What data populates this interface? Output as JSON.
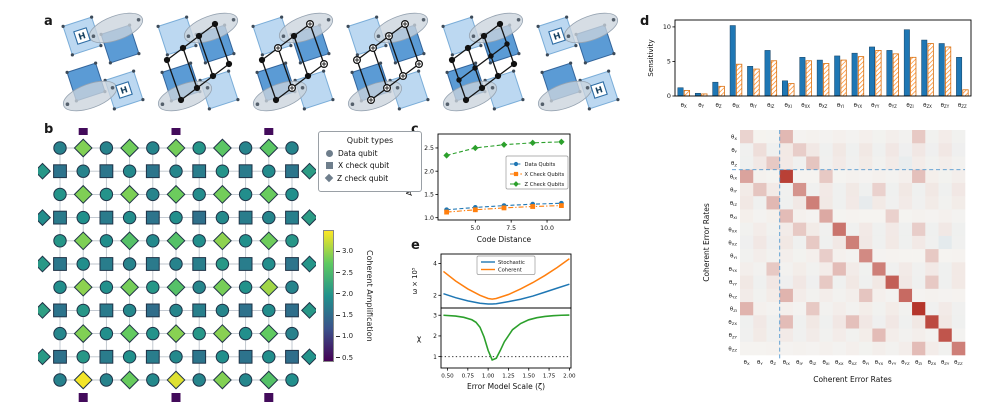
{
  "panels": {
    "a": "a",
    "b": "b",
    "c": "c",
    "d": "d",
    "e": "e"
  },
  "panel_a": {
    "hadamard_label": "H",
    "subpanels": [
      {
        "variant": "hadamard"
      },
      {
        "variant": "circuit",
        "markers": "filled"
      },
      {
        "variant": "circuit",
        "markers": "oplus-mix"
      },
      {
        "variant": "circuit",
        "markers": "oplus"
      },
      {
        "variant": "circuit",
        "markers": "filled-dense"
      },
      {
        "variant": "hadamard"
      }
    ]
  },
  "panel_b": {
    "legend": {
      "title": "Qubit types",
      "items": [
        {
          "marker": "circle",
          "label": "Data qubit"
        },
        {
          "marker": "square",
          "label": "X check qubit"
        },
        {
          "marker": "diamond",
          "label": "Z check qubit"
        }
      ]
    },
    "colorbar": {
      "label": "Coherent Amplification",
      "ticks": [
        0.5,
        1.0,
        1.5,
        2.0,
        2.5,
        3.0
      ],
      "vmin": 0.4,
      "vmax": 3.5,
      "stops": [
        [
          0,
          "#440154"
        ],
        [
          0.25,
          "#3b528b"
        ],
        [
          0.5,
          "#21918c"
        ],
        [
          0.75,
          "#5ec962"
        ],
        [
          1,
          "#fde725"
        ]
      ]
    },
    "lattice": {
      "rows": 11,
      "cols": 11,
      "data_qubit_value": 1.9,
      "x_check_value": 1.62,
      "z_check_value": 2.78,
      "boundary_top_value": 0.5,
      "boundary_side_value": 2.0,
      "boundary_top_cols": [
        1,
        5,
        9
      ],
      "boundary_side_rows": [
        1,
        3,
        5,
        7,
        9
      ],
      "highlights": [
        {
          "row": 10,
          "col": 1,
          "value": 3.45
        },
        {
          "row": 10,
          "col": 5,
          "value": 3.35
        },
        {
          "row": 6,
          "col": 9,
          "value": 3.05
        }
      ]
    }
  },
  "chart_data": [
    {
      "id": "panel_c",
      "type": "line",
      "xlabel": "Code Distance",
      "ylabel": "Average χ",
      "x": [
        3,
        5,
        7,
        9,
        11
      ],
      "series": [
        {
          "name": "Data Qubits",
          "color": "#1f77b4",
          "marker": "circle",
          "linestyle": "dashed",
          "values": [
            1.17,
            1.22,
            1.26,
            1.29,
            1.31
          ]
        },
        {
          "name": "X Check Qubits",
          "color": "#ff7f0e",
          "marker": "square",
          "linestyle": "dashdot",
          "values": [
            1.12,
            1.17,
            1.21,
            1.24,
            1.26
          ]
        },
        {
          "name": "Z Check Qubits",
          "color": "#2ca02c",
          "marker": "diamond",
          "linestyle": "dashed",
          "values": [
            2.34,
            2.5,
            2.57,
            2.61,
            2.63
          ]
        }
      ],
      "xticks": [
        5.0,
        7.5,
        10.0
      ],
      "xtick_labels": [
        "5.0",
        "7.5",
        "10.0"
      ],
      "yticks": [
        1.0,
        1.5,
        2.0,
        2.5
      ],
      "ytick_labels": [
        "1.0",
        "1.5",
        "2.0",
        "2.5"
      ],
      "xlim": [
        2.4,
        11.6
      ],
      "ylim": [
        0.95,
        2.8
      ],
      "legend_position": "center right"
    },
    {
      "id": "panel_e_top",
      "type": "line",
      "ylabel": "ω × 10⁵",
      "x": [
        0.45,
        0.6,
        0.75,
        0.9,
        1.0,
        1.05,
        1.1,
        1.25,
        1.4,
        1.55,
        1.7,
        1.85,
        2.0
      ],
      "series": [
        {
          "name": "Stochastic",
          "color": "#1f77b4",
          "values": [
            2.1,
            1.85,
            1.65,
            1.5,
            1.45,
            1.45,
            1.47,
            1.6,
            1.75,
            1.95,
            2.2,
            2.45,
            2.7
          ]
        },
        {
          "name": "Coherent",
          "color": "#ff7f0e",
          "values": [
            3.5,
            2.9,
            2.4,
            2.0,
            1.8,
            1.76,
            1.8,
            2.05,
            2.4,
            2.8,
            3.25,
            3.75,
            4.3
          ]
        }
      ],
      "yticks": [
        2,
        4
      ],
      "ytick_labels": [
        "2",
        "4"
      ],
      "ylim": [
        1.2,
        4.6
      ],
      "xlim": [
        0.42,
        2.02
      ],
      "legend_position": "upper center"
    },
    {
      "id": "panel_e_bottom",
      "type": "line",
      "ylabel": "χ",
      "xlabel": "Error Model Scale (ζ)",
      "x": [
        0.45,
        0.6,
        0.7,
        0.8,
        0.85,
        0.9,
        0.95,
        1.0,
        1.05,
        1.1,
        1.15,
        1.2,
        1.3,
        1.4,
        1.5,
        1.6,
        1.7,
        1.8,
        1.9,
        2.0
      ],
      "series": [
        {
          "name": "χ",
          "color": "#2ca02c",
          "values": [
            3.0,
            2.96,
            2.9,
            2.78,
            2.66,
            2.42,
            1.95,
            1.3,
            0.84,
            0.92,
            1.3,
            1.72,
            2.3,
            2.6,
            2.78,
            2.88,
            2.94,
            2.98,
            3.0,
            3.01
          ]
        }
      ],
      "reference_line": {
        "y": 1.0,
        "style": "dotted",
        "color": "#333333"
      },
      "yticks": [
        1,
        2,
        3
      ],
      "ytick_labels": [
        "1",
        "2",
        "3"
      ],
      "ylim": [
        0.45,
        3.35
      ],
      "xticks": [
        0.5,
        0.75,
        1.0,
        1.25,
        1.5,
        1.75,
        2.0
      ],
      "xtick_labels": [
        "0.50",
        "0.75",
        "1.00",
        "1.25",
        "1.50",
        "1.75",
        "2.00"
      ],
      "xlim": [
        0.42,
        2.02
      ]
    },
    {
      "id": "panel_d_bars",
      "type": "bar",
      "ylabel": "Sensitivity",
      "category_prefix": "θ",
      "categories": [
        "X",
        "Y",
        "Z",
        "IX",
        "IY",
        "IZ",
        "XI",
        "XX",
        "XZ",
        "YI",
        "YX",
        "YY",
        "YZ",
        "ZI",
        "ZX",
        "ZY",
        "ZZ"
      ],
      "series": [
        {
          "name": "series_blue",
          "color": "#1f77b4",
          "values": [
            1.2,
            0.4,
            2.0,
            10.2,
            4.3,
            6.6,
            2.2,
            5.6,
            5.2,
            5.8,
            6.2,
            7.1,
            6.6,
            9.6,
            8.1,
            7.6,
            5.6
          ]
        },
        {
          "name": "series_orange",
          "color": "#ff7f0e",
          "hatch": true,
          "values": [
            0.8,
            0.3,
            1.4,
            4.6,
            3.9,
            5.1,
            1.8,
            5.1,
            4.7,
            5.2,
            5.7,
            6.6,
            6.1,
            5.6,
            7.6,
            7.1,
            0.9
          ]
        }
      ],
      "yticks": [
        0,
        5,
        10
      ],
      "ytick_labels": [
        "0",
        "5",
        "10"
      ],
      "ylim": [
        0,
        11
      ]
    },
    {
      "id": "panel_d_heatmap",
      "type": "heatmap",
      "xlabel": "Coherent Error Rates",
      "ylabel": "Coherent Error Rates",
      "label_prefix": "θ",
      "labels": [
        "X",
        "Y",
        "Z",
        "IX",
        "IY",
        "IZ",
        "XI",
        "XX",
        "XZ",
        "YI",
        "YX",
        "YY",
        "YZ",
        "ZI",
        "ZX",
        "ZY",
        "ZZ"
      ],
      "diagonal": [
        0.15,
        0.1,
        0.2,
        0.85,
        0.45,
        0.55,
        0.35,
        0.6,
        0.55,
        0.5,
        0.55,
        0.7,
        0.65,
        0.9,
        0.8,
        0.75,
        0.55
      ],
      "cells": [
        {
          "r": 0,
          "c": 3,
          "v": 0.28
        },
        {
          "r": 3,
          "c": 0,
          "v": 0.38
        },
        {
          "r": 1,
          "c": 4,
          "v": 0.18
        },
        {
          "r": 4,
          "c": 1,
          "v": 0.22
        },
        {
          "r": 2,
          "c": 5,
          "v": 0.22
        },
        {
          "r": 5,
          "c": 2,
          "v": 0.28
        },
        {
          "r": 3,
          "c": 6,
          "v": 0.2
        },
        {
          "r": 6,
          "c": 3,
          "v": 0.26
        },
        {
          "r": 3,
          "c": 13,
          "v": 0.24
        },
        {
          "r": 13,
          "c": 0,
          "v": 0.3
        },
        {
          "r": 0,
          "c": 13,
          "v": 0.2
        },
        {
          "r": 12,
          "c": 3,
          "v": 0.3
        },
        {
          "r": 10,
          "c": 2,
          "v": 0.2
        },
        {
          "r": 7,
          "c": 4,
          "v": 0.2
        },
        {
          "r": 10,
          "c": 7,
          "v": 0.26
        },
        {
          "r": 8,
          "c": 5,
          "v": 0.2
        },
        {
          "r": 15,
          "c": 10,
          "v": 0.26
        },
        {
          "r": 12,
          "c": 9,
          "v": 0.22
        },
        {
          "r": 11,
          "c": 6,
          "v": 0.2
        },
        {
          "r": 9,
          "c": 14,
          "v": 0.2
        },
        {
          "r": 16,
          "c": 13,
          "v": 0.26
        },
        {
          "r": 14,
          "c": 8,
          "v": 0.24
        },
        {
          "r": 13,
          "c": 5,
          "v": 0.2
        },
        {
          "r": 7,
          "c": 13,
          "v": 0.18
        },
        {
          "r": 4,
          "c": 10,
          "v": 0.16
        },
        {
          "r": 14,
          "c": 3,
          "v": 0.26
        },
        {
          "r": 6,
          "c": 11,
          "v": 0.16
        },
        {
          "r": 8,
          "c": 15,
          "v": -0.14
        },
        {
          "r": 5,
          "c": 9,
          "v": -0.12
        },
        {
          "r": 2,
          "c": 12,
          "v": -0.1
        },
        {
          "r": 11,
          "c": 14,
          "v": 0.2
        },
        {
          "r": 9,
          "c": 6,
          "v": 0.18
        }
      ],
      "divider_index": 3,
      "colors": {
        "positive": "#ae2015",
        "negative": "#7fb3d8",
        "background": "#f5f3f0",
        "divider": "#5599cf"
      }
    }
  ]
}
